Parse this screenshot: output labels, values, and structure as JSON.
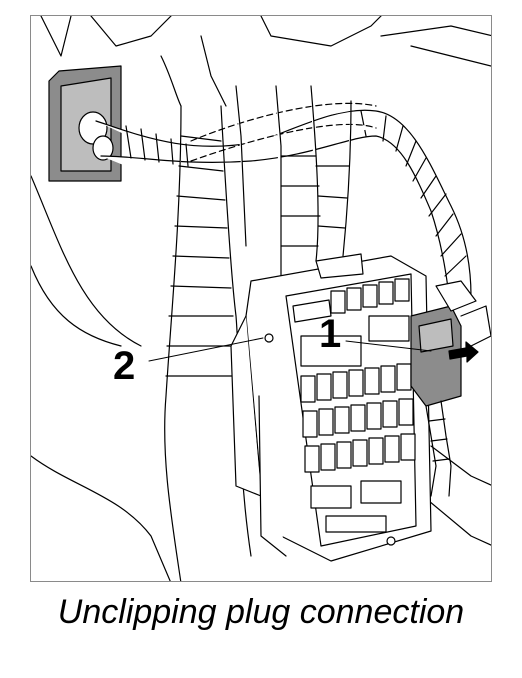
{
  "callouts": {
    "one": "1",
    "two": "2"
  },
  "caption": "Unclipping plug connection",
  "colors": {
    "line": "#000000",
    "connector_fill": "#8c8c8c",
    "frame": "#8a8a8a"
  }
}
